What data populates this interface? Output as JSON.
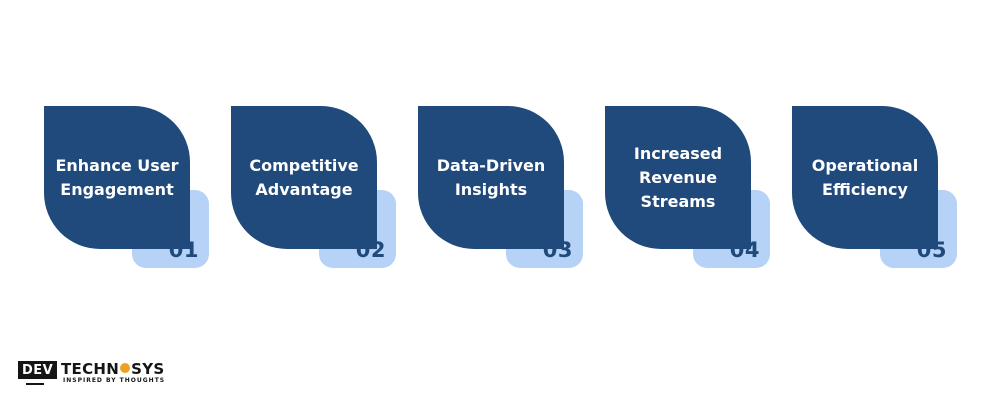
{
  "cards": [
    {
      "label": "Enhance User Engagement",
      "number": "01"
    },
    {
      "label": "Competitive Advantage",
      "number": "02"
    },
    {
      "label": "Data-Driven Insights",
      "number": "03"
    },
    {
      "label": "Increased Revenue Streams",
      "number": "04"
    },
    {
      "label": "Operational Efficiency",
      "number": "05"
    }
  ],
  "logo": {
    "badge": "DEV",
    "name_left": "TECHN",
    "name_right": "SYS",
    "tagline": "INSPIRED BY THOUGHTS"
  },
  "colors": {
    "card_fill": "#1f4a7b",
    "number_tab": "#b6d2f7",
    "number_text": "#1f4a7b",
    "label_text": "#ffffff"
  }
}
